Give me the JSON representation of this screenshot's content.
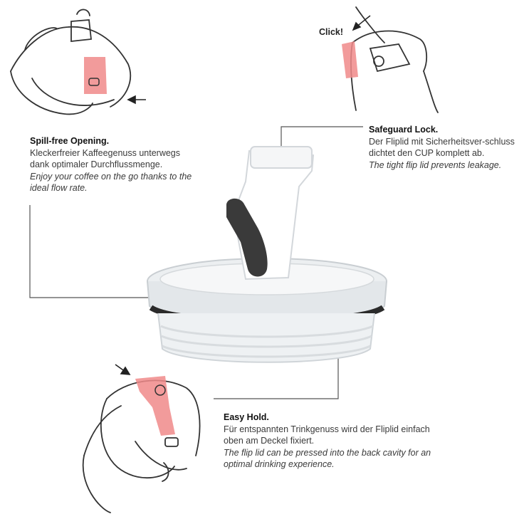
{
  "callouts": {
    "spill_free": {
      "title": "Spill-free Opening.",
      "de": "Kleckerfreier Kaffeegenuss unterwegs dank optimaler Durchflussmenge.",
      "en": "Enjoy your coffee on the go thanks to the ideal flow rate."
    },
    "safeguard": {
      "title": "Safeguard Lock.",
      "de": "Der Fliplid mit Sicherheitsver-schluss dichtet den CUP komplett ab.",
      "en": "The tight flip lid prevents leakage."
    },
    "easy_hold": {
      "title": "Easy Hold.",
      "de": "Für entspannten Trinkgenuss wird der Fliplid einfach oben am Deckel fixiert.",
      "en": "The flip lid can be pressed into the back cavity for an optimal drinking experience."
    }
  },
  "click_label": "Click!",
  "colors": {
    "accent_red": "#f08a8a",
    "line": "#444444",
    "lid_dark": "#3a3a3a"
  },
  "icons": [
    "hand-sketch-icon",
    "arrow-icon",
    "fliplid-product-image"
  ]
}
